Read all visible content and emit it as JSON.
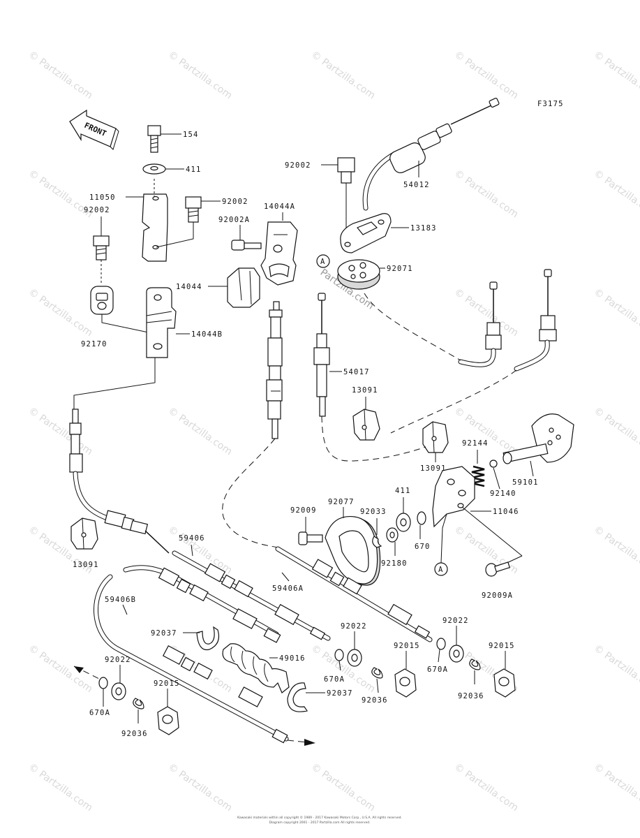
{
  "figure_code": "F3175",
  "front_label": "FRONT",
  "watermark": "© Partzilla.com",
  "center_watermark": "Partzilla.com",
  "footer": {
    "line1": "Kawasaki materials within all copyright © 1989 - 2017 Kawasaki Motors Corp., U.S.A. All rights reserved.",
    "line2": "Diagram copyright 2001 - 2017 Partzilla.com All rights reserved."
  },
  "callouts": {
    "c154": "154",
    "c411a": "411",
    "c11050": "11050",
    "c92002a": "92002",
    "c92002b": "92002",
    "c92002A": "92002A",
    "c14044A": "14044A",
    "c14044": "14044",
    "c92170": "92170",
    "c14044B": "14044B",
    "c92002c": "92002",
    "c54012": "54012",
    "c13183": "13183",
    "c92071": "92071",
    "c54017": "54017",
    "c13091a": "13091",
    "c13091b": "13091",
    "c92144": "92144",
    "c59101": "59101",
    "c92140": "92140",
    "c11046": "11046",
    "c92077": "92077",
    "c92009": "92009",
    "c92033": "92033",
    "c411b": "411",
    "c670": "670",
    "c92180": "92180",
    "c92009A": "92009A",
    "c13091c": "13091",
    "c59406": "59406",
    "c59406A": "59406A",
    "c59406B": "59406B",
    "c92037a": "92037",
    "c92037b": "92037",
    "c49016": "49016",
    "c92022a": "92022",
    "c92022b": "92022",
    "c92022c": "92022",
    "c670Aa": "670A",
    "c670Ab": "670A",
    "c670Ac": "670A",
    "c92015a": "92015",
    "c92015b": "92015",
    "c92015c": "92015",
    "c92036a": "92036",
    "c92036b": "92036",
    "c92036c": "92036",
    "refA1": "A",
    "refA2": "A"
  }
}
